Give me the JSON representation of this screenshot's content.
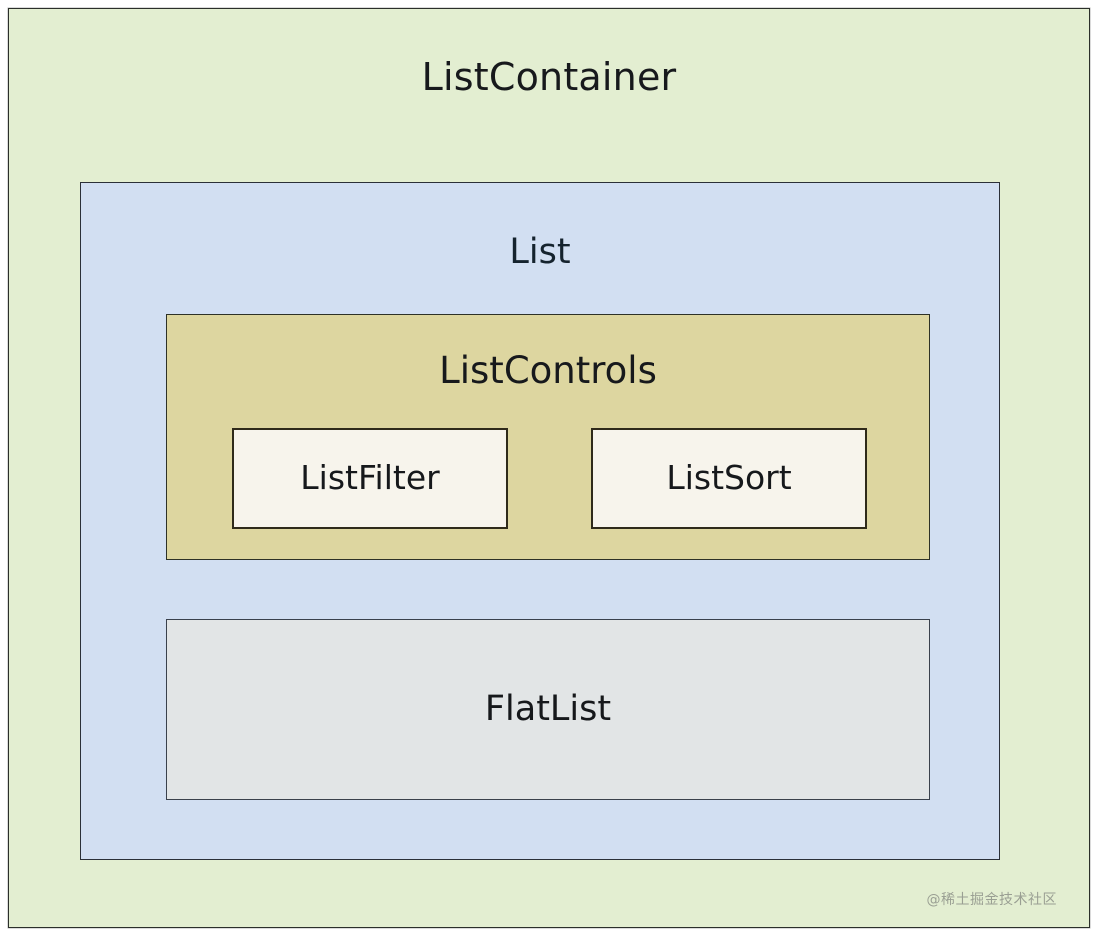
{
  "diagram": {
    "type": "nested-box-hierarchy",
    "title": "ListContainer",
    "background_color": "#e3eed1",
    "border_color": "#2b2f2a",
    "nodes": {
      "list_container": {
        "label": "ListContainer",
        "fill": "#e3eed1",
        "stroke": "#2b2f2a",
        "children": [
          "list"
        ]
      },
      "list": {
        "label": "List",
        "fill": "#d2dff2",
        "stroke": "#2b3038",
        "children": [
          "list_controls",
          "flat_list"
        ]
      },
      "list_controls": {
        "label": "ListControls",
        "fill": "#ddd6a0",
        "stroke": "#2d3127",
        "children": [
          "list_filter",
          "list_sort"
        ]
      },
      "list_filter": {
        "label": "ListFilter",
        "fill": "#f7f4ec",
        "stroke": "#2f2a1a",
        "children": []
      },
      "list_sort": {
        "label": "ListSort",
        "fill": "#f7f4ec",
        "stroke": "#2f2a1a",
        "children": []
      },
      "flat_list": {
        "label": "FlatList",
        "fill": "#e2e5e6",
        "stroke": "#3a414c",
        "children": []
      }
    }
  },
  "watermark": {
    "text": "@稀土掘金技术社区",
    "color": "#9a9f93"
  }
}
